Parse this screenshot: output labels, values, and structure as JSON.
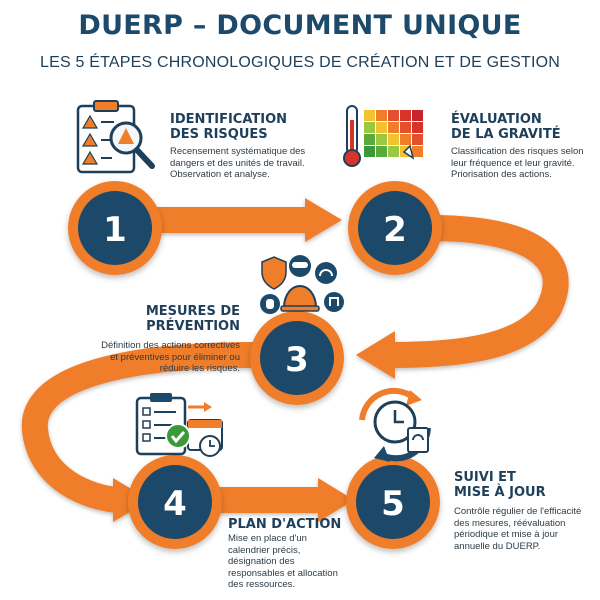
{
  "header": {
    "title": "DUERP – DOCUMENT UNIQUE",
    "subtitle": "LES 5 ÉTAPES CHRONOLOGIQUES DE CRÉATION ET DE GESTION"
  },
  "colors": {
    "navy": "#1d4a6a",
    "orange": "#ef7d2a",
    "white": "#ffffff"
  },
  "steps": [
    {
      "number": "1",
      "title": "IDENTIFICATION\nDES RISQUES",
      "description": "Recensement systématique des dangers et des unités de travail. Observation et analyse.",
      "icon": "hazard-clipboard-icon"
    },
    {
      "number": "2",
      "title": "ÉVALUATION\nDE LA GRAVITÉ",
      "description": "Classification des risques selon leur fréquence et leur gravité. Priorisation des actions.",
      "icon": "thermometer-risk-matrix-icon"
    },
    {
      "number": "3",
      "title": "MESURES DE\nPRÉVENTION",
      "description": "Définition des actions correctives et préventives pour éliminer ou réduire les risques.",
      "icon": "safety-equipment-icon"
    },
    {
      "number": "4",
      "title": "PLAN D'ACTION",
      "description": "Mise en place d'un calendrier précis, désignation des responsables et allocation des ressources.",
      "icon": "checklist-calendar-icon"
    },
    {
      "number": "5",
      "title": "SUIVI ET\nMISE À JOUR",
      "description": "Contrôle régulier de l'efficacité des mesures, réévaluation périodique et mise à jour annuelle du DUERP.",
      "icon": "clock-refresh-icon"
    }
  ]
}
